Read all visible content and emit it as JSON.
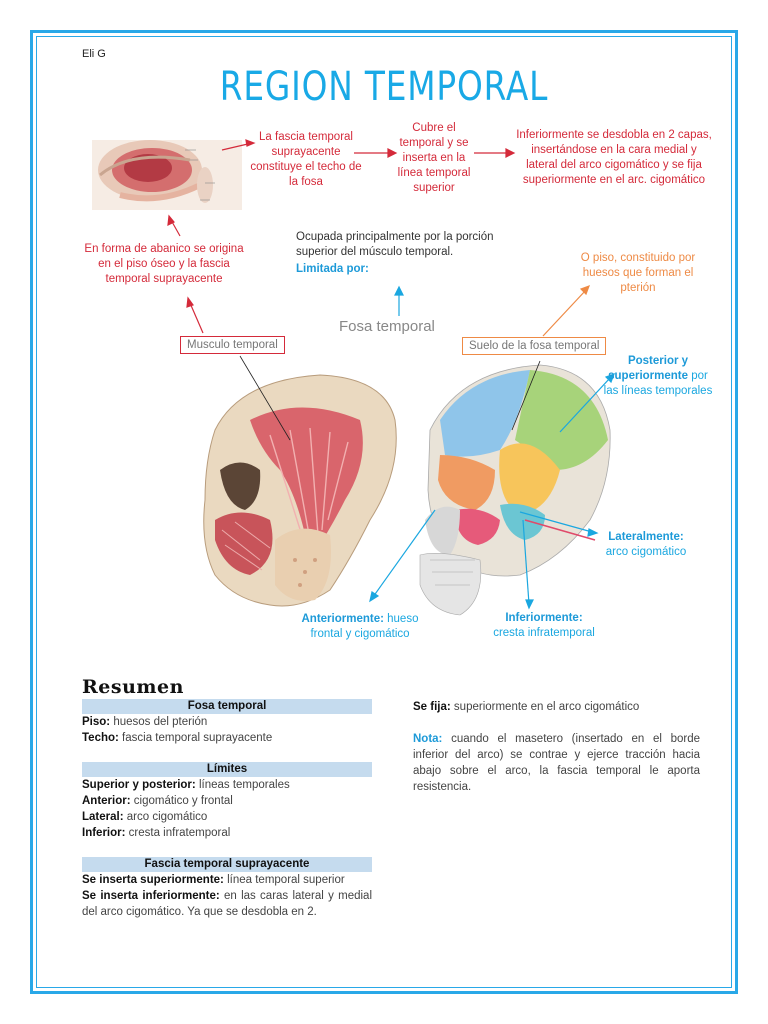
{
  "author": "Eli G",
  "title": "REGION TEMPORAL",
  "red_notes": {
    "fascia": "La fascia temporal suprayacente constituye el techo de la fosa",
    "cubre": "Cubre el temporal y se inserta en la línea temporal superior",
    "inferiormente": "Inferiormente se desdobla en 2 capas, insertándose en la cara medial y lateral del arco cigomático y se fija superiormente en el arc. cigomático",
    "abanico": "En forma de abanico se origina en el piso óseo y la fascia temporal suprayacente"
  },
  "ocupada": {
    "text": "Ocupada principalmente por la porción superior del músculo temporal.",
    "limitada": "Limitada por:"
  },
  "orange_note": "O piso, constituido por huesos que forman el pterión",
  "labels": {
    "musculo": "Musculo temporal",
    "fosa": "Fosa temporal",
    "suelo": "Suelo de la fosa temporal"
  },
  "blue_notes": {
    "posterior_bold1": "Posterior y",
    "posterior_bold2": "superiormente",
    "posterior_rest1": "por",
    "posterior_rest2": "las líneas temporales",
    "lateral_bold": "Lateralmente:",
    "lateral_rest": "arco cigomático",
    "anterior_bold": "Anteriormente:",
    "anterior_rest1": "hueso",
    "anterior_rest2": "frontal y cigomático",
    "inferior_bold": "Inferiormente:",
    "inferior_rest": "cresta infratemporal"
  },
  "summary": {
    "heading": "Resumen",
    "fosa_band": "Fosa temporal",
    "piso_label": "Piso:",
    "piso_value": "huesos del pterión",
    "techo_label": "Techo:",
    "techo_value": "fascia temporal suprayacente",
    "limites_band": "Límites",
    "sup_label": "Superior y posterior:",
    "sup_value": "líneas temporales",
    "ant_label": "Anterior:",
    "ant_value": "cigomático y frontal",
    "lat_label": "Lateral:",
    "lat_value": "arco cigomático",
    "inf_label": "Inferior:",
    "inf_value": "cresta infratemporal",
    "fascia_band": "Fascia temporal suprayacente",
    "ins_sup_label": "Se inserta superiormente:",
    "ins_sup_value": "línea temporal superior",
    "ins_inf_label": "Se inserta inferiormente:",
    "ins_inf_value": "en las caras lateral y medial del arco cigomático. Ya que se desdobla en 2.",
    "sefija_label": "Se fija:",
    "sefija_value": "superiormente en el arco cigomático",
    "nota_label": "Nota:",
    "nota_value": "cuando el masetero (insertado en el borde inferior del arco) se contrae y ejerce tracción hacia abajo sobre el arco, la fascia temporal le aporta resistencia."
  },
  "colors": {
    "frame": "#29a8e8",
    "title": "#19a9e6",
    "red": "#d42a3a",
    "orange": "#ee8a45",
    "blue": "#1aa7e0",
    "band": "#c5dbee"
  }
}
